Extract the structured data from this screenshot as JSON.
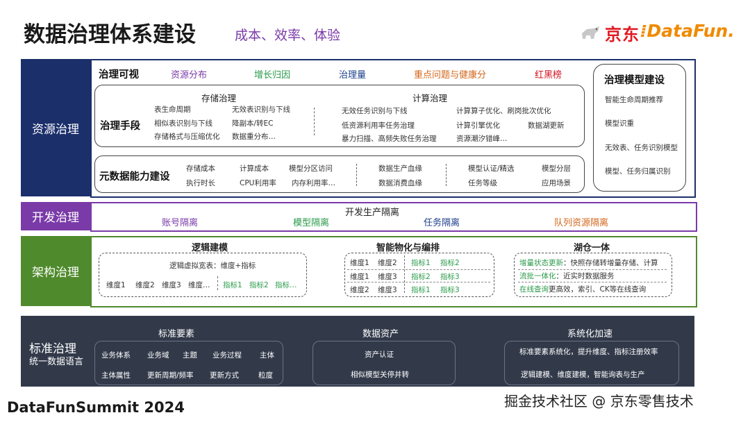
{
  "header": {
    "title": "数据治理体系建设",
    "subtitle": "成本、效率、体验",
    "logo_jd": "京东",
    "logo_datafun": "DataFun."
  },
  "colors": {
    "resource": "#1b2f6b",
    "dev": "#7a3aa8",
    "arch": "#4f8a2c",
    "standard": "#323a4a",
    "green_text": "#2a9a4a",
    "orange_text": "#d4661a",
    "red_text": "#d6101e",
    "purple_text": "#7a3aa8",
    "blue_text": "#1b3f8b"
  },
  "resource": {
    "label": "资源治理",
    "visible": {
      "label": "治理可视",
      "items": [
        "资源分布",
        "增长归因",
        "治理量",
        "重点问题与健康分",
        "红黑榜"
      ]
    },
    "means": {
      "label": "治理手段",
      "storage": {
        "title": "存储治理",
        "col1": [
          "表生命周期",
          "相似表识别与下线",
          "存储格式与压缩优化"
        ],
        "col2": [
          "无效表识别与下线",
          "降副本/转EC",
          "数据重分布…"
        ]
      },
      "compute": {
        "title": "计算治理",
        "col1": [
          "无效任务识别与下线",
          "低资源利用率任务治理",
          "暴力扫描、高频失败任务治理"
        ],
        "col2": [
          "计算算子优化、刷岗批次优化",
          "计算引擎优化",
          "资源潮汐错峰…"
        ],
        "col3": [
          "数据湖更新"
        ]
      }
    },
    "meta": {
      "label": "元数据能力建设",
      "row1": [
        "存储成本",
        "计算成本",
        "模型分区访问"
      ],
      "row2": [
        "执行时长",
        "CPU利用率",
        "内存利用率…"
      ],
      "lineage": [
        "数据生产血缘",
        "数据消费血缘"
      ],
      "cert": [
        "模型认证/精选",
        "任务等级"
      ],
      "layer": [
        "模型分层",
        "应用场景"
      ]
    },
    "model_build": {
      "title": "治理模型建设",
      "items": [
        "智能生命周期推荐",
        "模型识重",
        "无效表、任务识别模型",
        "模型、任务归属识别"
      ]
    }
  },
  "dev": {
    "label": "开发治理",
    "center": "开发生产隔离",
    "items": [
      "账号隔离",
      "模型隔离",
      "任务隔离",
      "队列资源隔离"
    ]
  },
  "arch": {
    "label": "架构治理",
    "logic": {
      "title": "逻辑建模",
      "wide": "逻辑虚拟宽表：维度+指标",
      "dims": [
        "维度1",
        "维度2",
        "维度3",
        "维度…"
      ],
      "metrics": [
        "指标1",
        "指标2",
        "指标…"
      ]
    },
    "smart": {
      "title": "智能物化与编排",
      "rows": [
        [
          "维度1",
          "维度2",
          "指标1",
          "指标2"
        ],
        [
          "维度1",
          "维度3",
          "指标2",
          "指标3"
        ],
        [
          "维度2",
          "维度3",
          "指标1",
          "指标3"
        ]
      ]
    },
    "lake": {
      "title": "湖仓一体",
      "rows": [
        {
          "key": "增量状态更新",
          "text": "：快照存储转增量存储、计算"
        },
        {
          "key": "流批一体化",
          "text": "：近实时数据服务"
        },
        {
          "key": "在线查询",
          "text": "更高效，索引、CK等在线查询"
        }
      ]
    }
  },
  "standard": {
    "label": "标准治理",
    "sublabel": "统一数据语言",
    "elements": {
      "title": "标准要素",
      "row1": [
        "业务体系",
        "业务域",
        "主题",
        "业务过程",
        "主体"
      ],
      "row2": [
        "主体属性",
        "更新周期/频率",
        "更新方式",
        "粒度"
      ]
    },
    "assets": {
      "title": "数据资产",
      "items": [
        "资产认证",
        "相似模型关停并转"
      ]
    },
    "accel": {
      "title": "系统化加速",
      "items": [
        "标准要素系统化，提升维度、指标注册效率",
        "逻辑建模、维度建模，智能询表与生产"
      ]
    }
  },
  "footer": "DataFunSummit 2024",
  "watermark": "掘金技术社区 @ 京东零售技术"
}
